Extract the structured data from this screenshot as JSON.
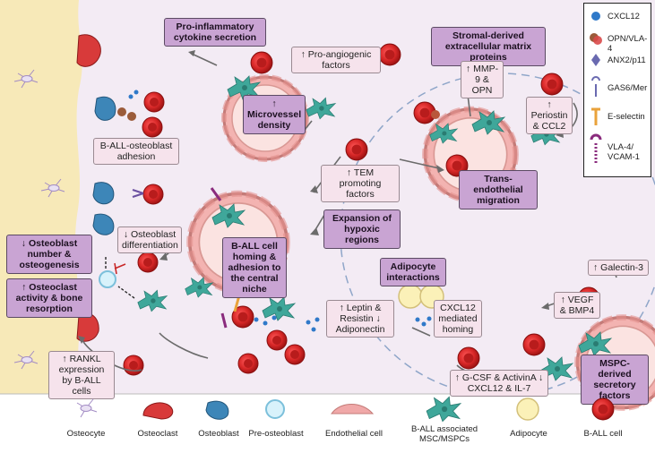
{
  "labels": {
    "pro_inflammatory": "Pro-inflammatory cytokine secretion",
    "pro_angiogenic": "↑ Pro-angiogenic factors",
    "microvessel": "↑ Microvessel density",
    "stromal_ecm": "Stromal-derived extracellular matrix proteins",
    "mmp9": "↑ MMP-9 & OPN",
    "periostin": "↑ Periostin & CCL2",
    "tem_promoting": "↑ TEM promoting factors",
    "trans_endothelial": "Trans-endothelial migration",
    "ball_osteoblast": "B-ALL-osteoblast adhesion",
    "expansion_hypoxic": "Expansion of hypoxic regions",
    "homing": "B-ALL cell homing & adhesion to the central niche",
    "osteoblast_number": "↓ Osteoblast number & osteogenesis",
    "osteoblast_diff": "↓ Osteoblast differentiation",
    "osteoclast_activity": "↑ Osteoclast activity & bone resorption",
    "adipocyte_interactions": "Adipocyte interactions",
    "leptin": "↑ Leptin & Resistin ↓ Adiponectin",
    "cxcl12_homing": "CXCL12 mediated homing",
    "galectin": "↑ Galectin-3",
    "vegf": "↑ VEGF & BMP4",
    "rankl": "↑ RANKL expression by B-ALL cells",
    "gcsf": "↑ G-CSF & ActivinA ↓ CXCL12 & IL-7",
    "mspc": "MSPC-derived secretory factors"
  },
  "legend": {
    "items": [
      {
        "label": "CXCL12",
        "icon": "cxcl12-dot-icon"
      },
      {
        "label": "OPN/VLA-4",
        "icon": "opn-vla4-icon"
      },
      {
        "label": "ANX2/p11",
        "icon": "anx2-p11-icon"
      },
      {
        "label": "GAS6/Mer",
        "icon": "gas6-mer-icon"
      },
      {
        "label": "E-selectin",
        "icon": "e-selectin-icon"
      },
      {
        "label": "VLA-4/ VCAM-1",
        "icon": "vla4-vcam1-icon"
      }
    ]
  },
  "bottom_legend": {
    "items": [
      {
        "label": "Osteocyte",
        "icon": "osteocyte-icon"
      },
      {
        "label": "Osteoclast",
        "icon": "osteoclast-icon"
      },
      {
        "label": "Osteoblast",
        "icon": "osteoblast-icon"
      },
      {
        "label": "Pre-osteoblast",
        "icon": "pre-osteoblast-icon"
      },
      {
        "label": "Endothelial cell",
        "icon": "endothelial-cell-icon"
      },
      {
        "label": "B-ALL associated MSC/MSPCs",
        "icon": "msc-mspc-icon"
      },
      {
        "label": "Adipocyte",
        "icon": "adipocyte-icon"
      },
      {
        "label": "B-ALL cell",
        "icon": "ball-cell-icon"
      }
    ]
  },
  "colors": {
    "background": "#f3ebf4",
    "bone": "#f7e9b8",
    "ball_cell": "#d42a2a",
    "vessel": "#f0a8a8",
    "stroma": "#3fa79a",
    "label_box": "#f6e3ec",
    "process_box": "#c9a4d3"
  }
}
